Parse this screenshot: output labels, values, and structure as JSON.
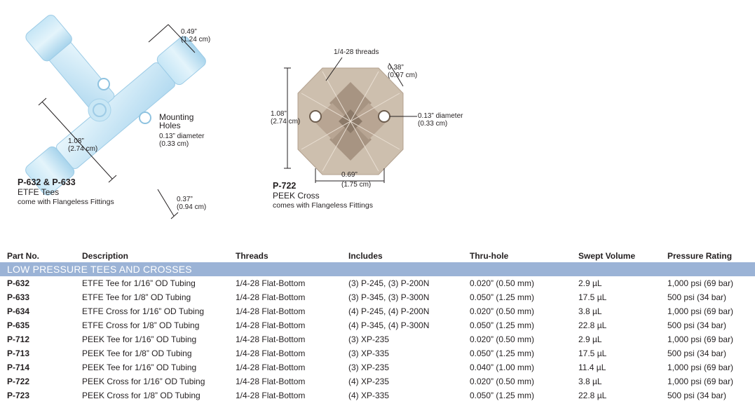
{
  "tee": {
    "dim_top": "0.49”",
    "dim_top_cm": "(1.24 cm)",
    "dim_left": "1.08”",
    "dim_left_cm": "(2.74 cm)",
    "dim_bottom": "0.37”",
    "dim_bottom_cm": "(0.94 cm)",
    "mounting_line1": "Mounting",
    "mounting_line2": "Holes",
    "hole_diameter": "0.13” diameter",
    "hole_diameter_cm": "(0.33 cm)",
    "part_name": "P-632 & P-633",
    "part_type": "ETFE Tees",
    "part_note": "come with Flangeless Fittings",
    "colors": {
      "body": "#d6eef8",
      "nut": "#b8def2",
      "outline": "#8fc3e0"
    }
  },
  "cross": {
    "threads": "1/4-28 threads",
    "dim_corner": "0.38”",
    "dim_corner_cm": "(0.97 cm)",
    "dim_height": "1.08”",
    "dim_height_cm": "(2.74 cm)",
    "hole_diameter": "0.13” diameter",
    "hole_diameter_cm": "(0.33 cm)",
    "dim_bottom": "0.69”",
    "dim_bottom_cm": "(1.75 cm)",
    "part_name": "P-722",
    "part_type": "PEEK Cross",
    "part_note": "comes with Flangeless Fittings",
    "colors": {
      "body": "#cdbfae",
      "thread": "#a79482",
      "dark": "#8c7a69"
    }
  },
  "table": {
    "headers": [
      "Part No.",
      "Description",
      "Threads",
      "Includes",
      "Thru-hole",
      "Swept Volume",
      "Pressure Rating"
    ],
    "section": "LOW PRESSURE TEES AND CROSSES",
    "rows": [
      [
        "P-632",
        "ETFE Tee for 1/16” OD Tubing",
        "1/4-28 Flat-Bottom",
        "(3) P-245, (3) P-200N",
        "0.020” (0.50 mm)",
        "2.9 µL",
        "1,000 psi (69 bar)"
      ],
      [
        "P-633",
        "ETFE Tee for 1/8” OD Tubing",
        "1/4-28 Flat-Bottom",
        "(3) P-345, (3) P-300N",
        "0.050” (1.25 mm)",
        "17.5 µL",
        "500 psi (34 bar)"
      ],
      [
        "P-634",
        "ETFE Cross for 1/16” OD Tubing",
        "1/4-28 Flat-Bottom",
        "(4) P-245, (4) P-200N",
        "0.020” (0.50 mm)",
        "3.8 µL",
        "1,000 psi (69 bar)"
      ],
      [
        "P-635",
        "ETFE Cross for 1/8” OD Tubing",
        "1/4-28 Flat-Bottom",
        "(4) P-345, (4) P-300N",
        "0.050” (1.25 mm)",
        "22.8 µL",
        "500 psi (34 bar)"
      ],
      [
        "P-712",
        "PEEK Tee for 1/16” OD Tubing",
        "1/4-28 Flat-Bottom",
        "(3) XP-235",
        "0.020” (0.50 mm)",
        "2.9 µL",
        "1,000 psi (69 bar)"
      ],
      [
        "P-713",
        "PEEK Tee for 1/8” OD Tubing",
        "1/4-28 Flat-Bottom",
        "(3) XP-335",
        "0.050” (1.25 mm)",
        "17.5 µL",
        "500 psi (34 bar)"
      ],
      [
        "P-714",
        "PEEK Tee for 1/16” OD Tubing",
        "1/4-28 Flat-Bottom",
        "(3) XP-235",
        "0.040” (1.00 mm)",
        "11.4 µL",
        "1,000 psi (69 bar)"
      ],
      [
        "P-722",
        "PEEK Cross for 1/16” OD Tubing",
        "1/4-28 Flat-Bottom",
        "(4) XP-235",
        "0.020” (0.50 mm)",
        "3.8 µL",
        "1,000 psi (69 bar)"
      ],
      [
        "P-723",
        "PEEK Cross for 1/8” OD Tubing",
        "1/4-28 Flat-Bottom",
        "(4) XP-335",
        "0.050” (1.25 mm)",
        "22.8 µL",
        "500 psi (34 bar)"
      ]
    ]
  }
}
